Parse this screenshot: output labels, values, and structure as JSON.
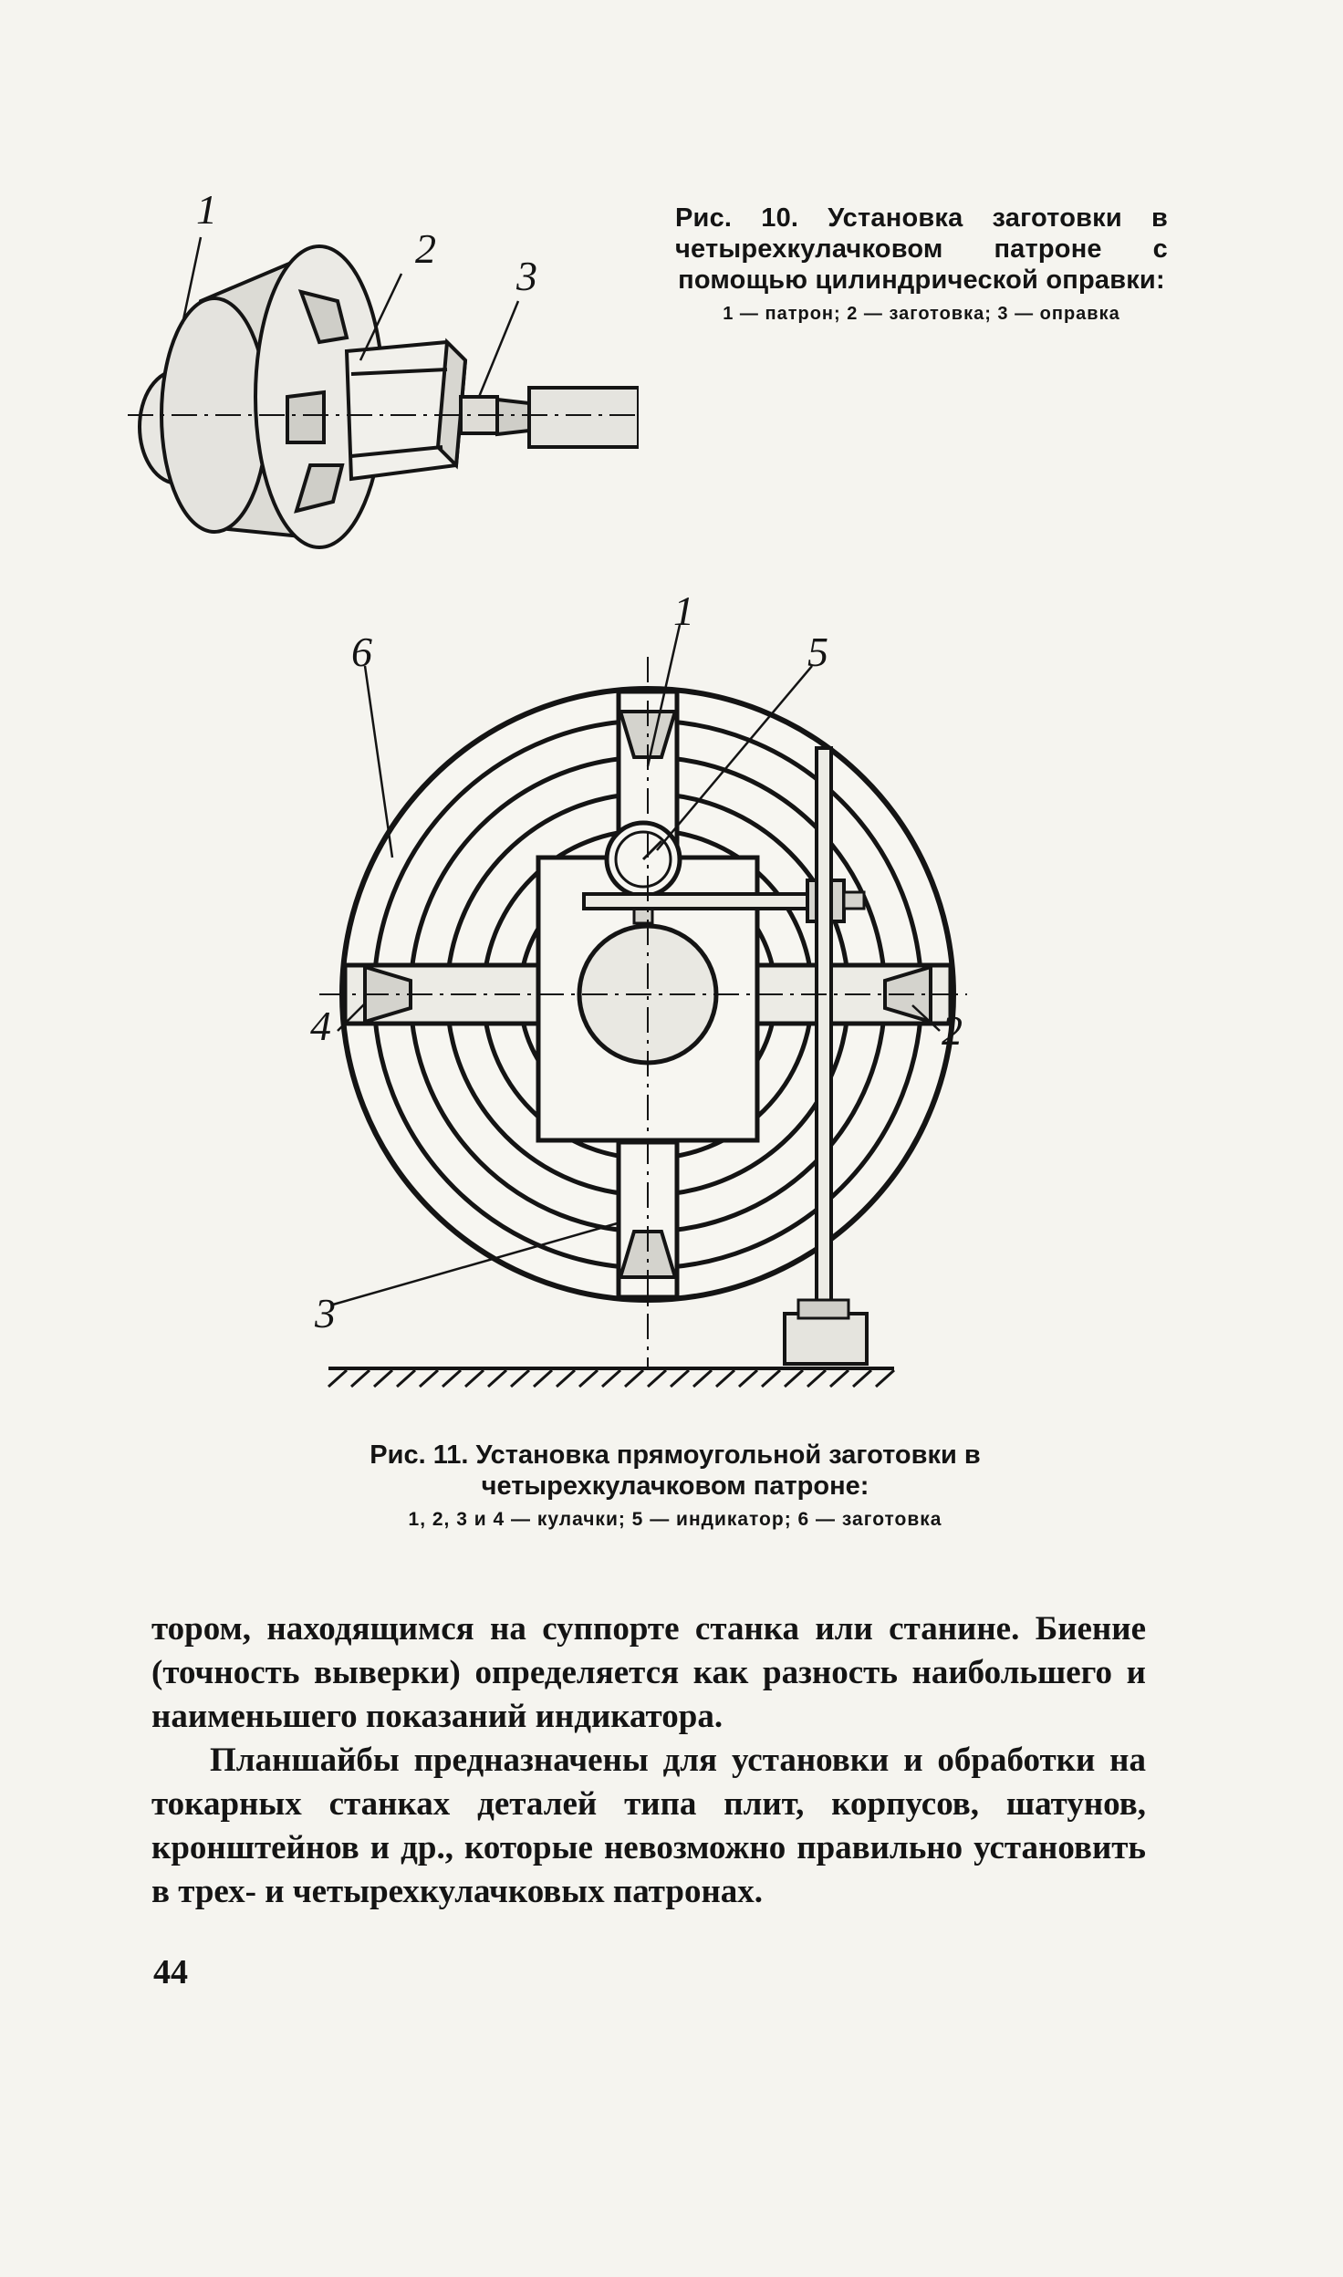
{
  "figure10": {
    "labels": [
      "1",
      "2",
      "3"
    ],
    "caption_title": "Рис. 10. Установка заготовки в четырехкулачковом патроне с помощью цилиндрической оправки:",
    "caption_legend": "1 — патрон;  2 — заготовка;  3 — оправка"
  },
  "figure11": {
    "labels": [
      "1",
      "2",
      "3",
      "4",
      "5",
      "6"
    ],
    "caption_title": "Рис. 11. Установка прямоугольной заготовки в четырехкулачковом патроне:",
    "caption_legend": "1, 2, 3 и 4 — кулачки;  5 — индикатор;  6 — заготовка"
  },
  "body": {
    "paragraph_1": "тором, находящимся на суппорте станка или станине. Биение (точность выверки) определяется как разность наибольшего и наименьшего показаний индикатора.",
    "paragraph_2": "Планшайбы предназначены для установки и обработки на токарных станках деталей типа плит, корпусов, шатунов, кронштейнов и др., которые невозможно правильно установить в трех- и четырехкулачковых патронах."
  },
  "page_number": "44"
}
